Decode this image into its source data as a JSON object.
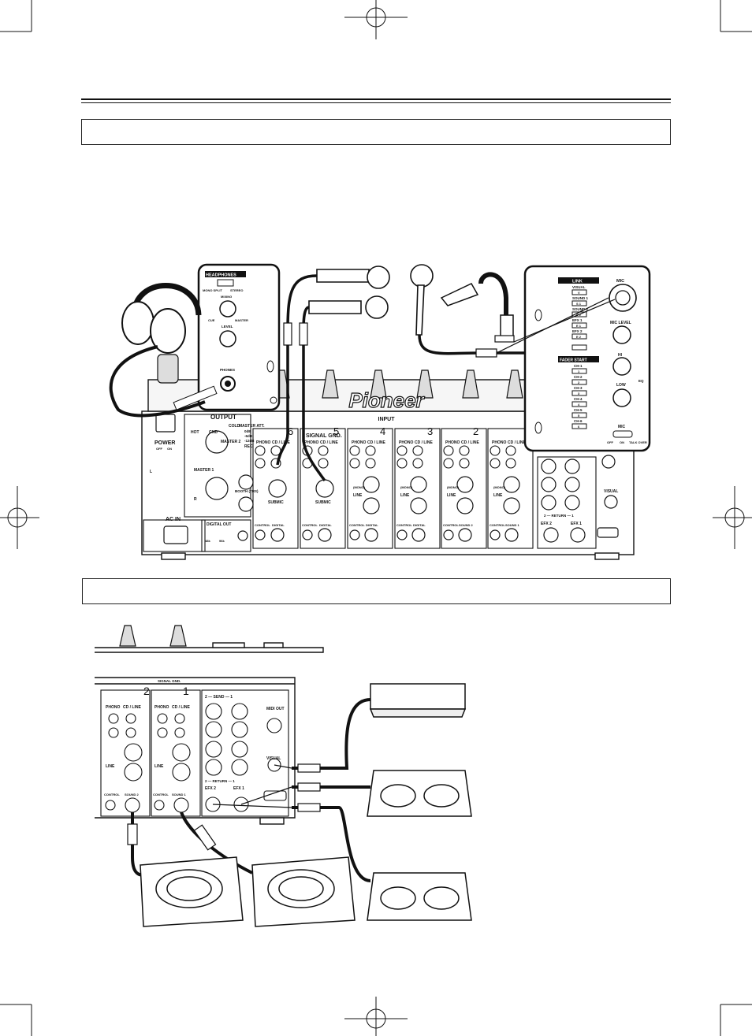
{
  "brand": "Pioneer",
  "mixer_top": {
    "input_label": "INPUT",
    "signal_gnd": "SIGNAL GND.",
    "output_label": "OUTPUT",
    "hot": "HOT",
    "cold": "COLD",
    "gnd": "GND",
    "master_att": "MASTER ATT.",
    "att_values": [
      "0dB",
      "-6dB",
      "-12dB"
    ],
    "master1": "MASTER 1",
    "master2": "MASTER 2",
    "rec": "REC",
    "booth": "BOOTH (TRS)",
    "power": "POWER",
    "power_states": [
      "OFF",
      "ON"
    ],
    "ac_in": "AC IN",
    "digital_out": "DIGITAL OUT",
    "digital_rates": [
      "48k",
      "96k"
    ],
    "phono": "PHONO",
    "cd_line": "CD / LINE",
    "line": "LINE",
    "mono": "(MONO)",
    "submic": "SUBMIC",
    "control": "CONTROL",
    "digital": "DIGITAL",
    "sound1": "SOUND 1",
    "sound2": "SOUND 2",
    "efx1": "EFX 1",
    "efx2": "EFX 2",
    "return": "2 — RETURN — 1",
    "visual": "VISUAL",
    "channel_numbers": [
      "6",
      "5",
      "4",
      "3",
      "2"
    ],
    "L": "L",
    "R": "R"
  },
  "headphones_panel": {
    "title": "HEADPHONES",
    "mono_split": "MONO SPLIT",
    "stereo": "STEREO",
    "mixing": "MIXING",
    "cue": "CUE",
    "master": "MASTER",
    "level": "LEVEL",
    "phones": "PHONES"
  },
  "mic_panel": {
    "link": "LINK",
    "link_items": [
      "VISUAL",
      "V",
      "SOUND 1",
      "S 1",
      "SOUND 2",
      "S 2",
      "EFX 1",
      "E 1",
      "EFX 2",
      "E 2"
    ],
    "fader_start": "FADER START",
    "fader_items": [
      "CH-1",
      "1",
      "CH-2",
      "2",
      "CH-3",
      "3",
      "CH-4",
      "4",
      "CH-5",
      "5",
      "CH-6",
      "6"
    ],
    "mic": "MIC",
    "mic_level": "MIC LEVEL",
    "hi": "HI",
    "low": "LOW",
    "eq": "EQ",
    "mic_states": [
      "OFF",
      "ON",
      "TALK OVER"
    ]
  },
  "bottom_mixer": {
    "signal_gnd": "SIGNAL GND.",
    "send": "2 — SEND — 1",
    "midi_out": "MIDI OUT",
    "visual": "VISUAL",
    "channel_numbers": [
      "2",
      "1"
    ]
  }
}
